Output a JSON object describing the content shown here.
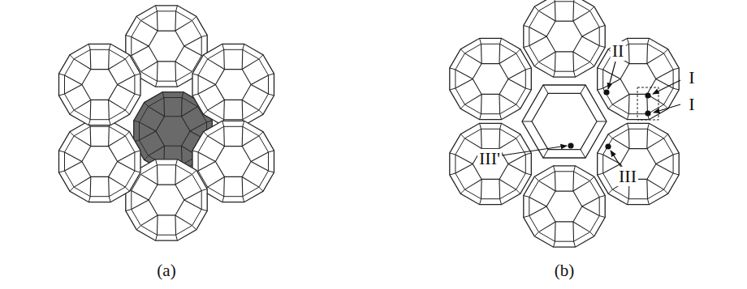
{
  "diagram": {
    "labels": [
      "(a)",
      "(b)",
      "II",
      "I",
      "I",
      "III'",
      "III"
    ]
  }
}
